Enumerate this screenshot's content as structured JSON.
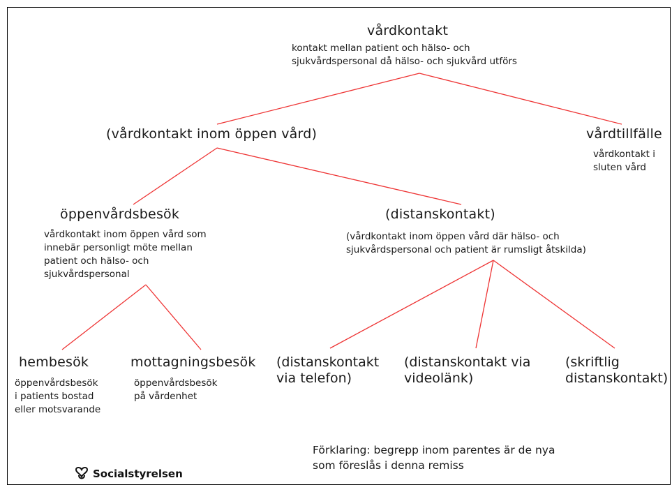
{
  "root": {
    "title": "vårdkontakt",
    "desc": [
      "kontakt mellan patient och hälso- och",
      "sjukvårdspersonal då hälso- och sjukvård utförs"
    ]
  },
  "open_care": {
    "title": "(vårdkontakt inom öppen vård)"
  },
  "inpatient": {
    "title": "vårdtillfälle",
    "desc": [
      "vårdkontakt i",
      "sluten vård"
    ]
  },
  "outpatient_visit": {
    "title": "öppenvårdsbesök",
    "desc": [
      "vårdkontakt inom öppen vård som",
      "innebär personligt möte mellan",
      "patient och hälso- och",
      "sjukvårdspersonal"
    ]
  },
  "remote_contact": {
    "title": "(distanskontakt)",
    "desc": [
      "(vårdkontakt inom öppen vård där hälso- och",
      "sjukvårdspersonal och patient är rumsligt åtskilda)"
    ]
  },
  "home_visit": {
    "title": "hembesök",
    "desc": [
      "öppenvårdsbesök",
      "i patients bostad",
      "eller motsvarande"
    ]
  },
  "reception_visit": {
    "title": "mottagningsbesök",
    "desc": [
      "öppenvårdsbesök",
      "på vårdenhet"
    ]
  },
  "remote_phone": {
    "lines": [
      "(distanskontakt",
      "via telefon)"
    ]
  },
  "remote_video": {
    "lines": [
      "(distanskontakt via",
      "videolänk)"
    ]
  },
  "remote_written": {
    "lines": [
      "(skriftlig",
      "distanskontakt)"
    ]
  },
  "legend": {
    "lines": [
      "Förklaring: begrepp inom parentes är de nya",
      "som föreslås i denna remiss"
    ]
  },
  "logo": {
    "text": "Socialstyrelsen"
  },
  "colors": {
    "connector": "#ee3333",
    "text": "#1a1a1a",
    "border": "#000000"
  }
}
